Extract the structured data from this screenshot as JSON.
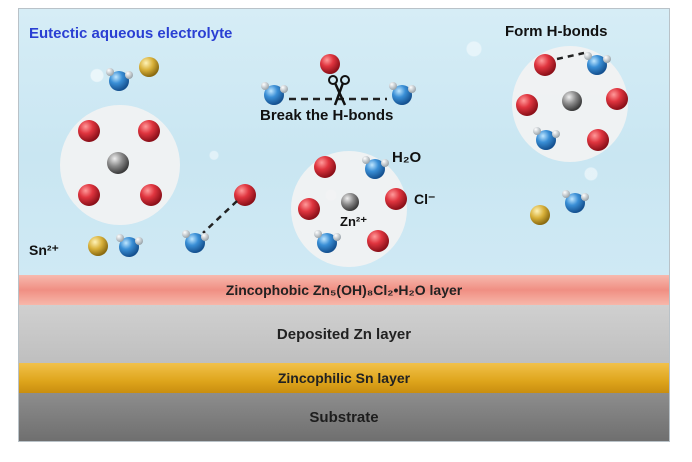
{
  "title": "Eutectic aqueous electrolyte",
  "labels": {
    "break_hbonds": "Break the H-bonds",
    "form_hbonds": "Form H-bonds",
    "h2o": "H₂O",
    "cl": "Cl⁻",
    "zn": "Zn²⁺",
    "sn": "Sn²⁺"
  },
  "layers": {
    "zincophobic": "Zincophobic Zn₅(OH)₈Cl₂•H₂O layer",
    "deposited": "Deposited Zn layer",
    "zincophilic": "Zincophilic Sn layer",
    "substrate": "Substrate"
  },
  "colors": {
    "title": "#2a3fd3",
    "chloride": "#d8303a",
    "zinc": "#8a8a8a",
    "tin": "#d9b13a",
    "water_oxygen": "#3a8fd6",
    "zincophobic_layer": "#f08f83",
    "deposited_layer": "#c4c4c4",
    "zincophilic_layer": "#e3ab24",
    "substrate_layer": "#7a7a7a"
  },
  "icons": [
    "scissors-icon"
  ]
}
